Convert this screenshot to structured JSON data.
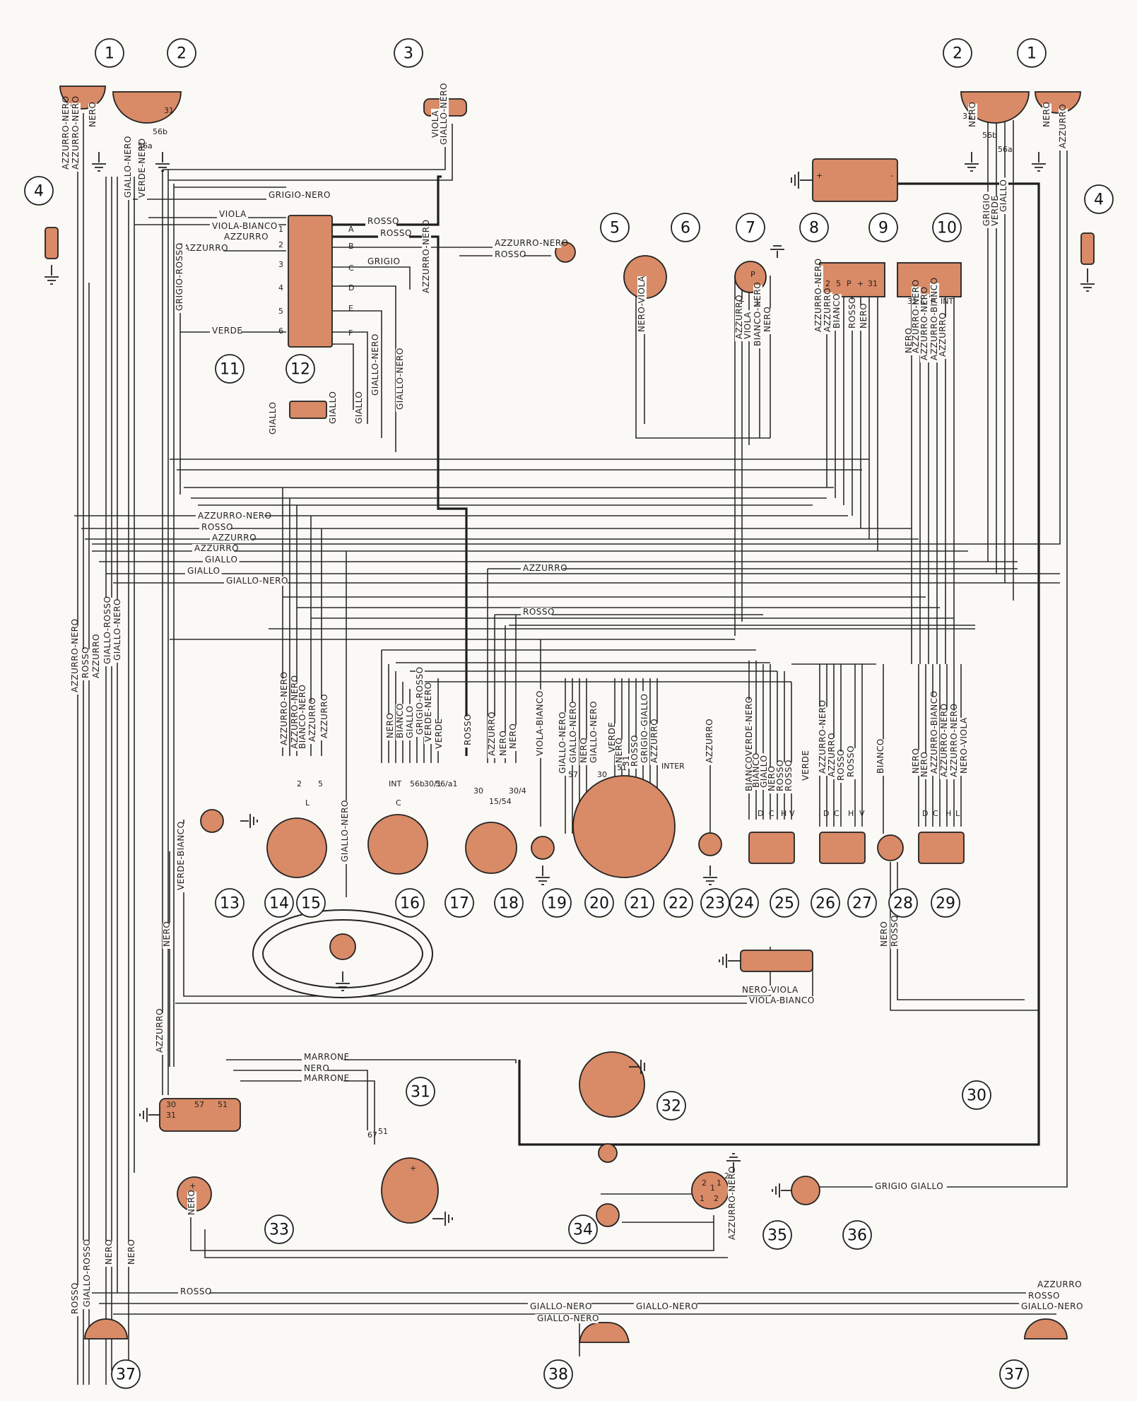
{
  "colors": {
    "component": "#d98a66",
    "wire": "#2a2a2a",
    "background": "#fbf9f5"
  },
  "callouts": [
    "1",
    "2",
    "3",
    "2",
    "1",
    "4",
    "4",
    "5",
    "6",
    "7",
    "8",
    "9",
    "10",
    "11",
    "12",
    "13",
    "14",
    "15",
    "16",
    "17",
    "18",
    "19",
    "20",
    "21",
    "22",
    "23",
    "24",
    "25",
    "26",
    "27",
    "28",
    "29",
    "30",
    "31",
    "32",
    "33",
    "34",
    "35",
    "36",
    "37",
    "37",
    "38"
  ],
  "wires_h": [
    "GRIGIO-NERO",
    "VIOLA",
    "VIOLA-BIANCO",
    "AZZURRO",
    "AZZURRO",
    "VERDE",
    "ROSSO",
    "ROSSO",
    "GRIGIO",
    "AZZURRO-NERO",
    "ROSSO",
    "AZZURRO-NERO",
    "ROSSO",
    "AZZURRO",
    "AZZURRO",
    "GIALLO",
    "GIALLO",
    "GIALLO-NERO",
    "AZZURRO",
    "ROSSO",
    "NERO-VIOLA",
    "VIOLA-BIANCO",
    "MARRONE",
    "NERO",
    "MARRONE",
    "GRIGIO GIALLO",
    "AZZURRO",
    "ROSSO",
    "GIALLO-NERO",
    "ROSSO",
    "GIALLO-NERO",
    "GIALLO-NERO",
    "GIALLO-NERO"
  ],
  "wires_v": [
    "AZZURRO-NERO",
    "AZZURRO-NERO",
    "NERO",
    "GIALLO-NERO",
    "VERDE-NERO",
    "VIOLA",
    "GIALLO-NERO",
    "NERO",
    "NERO",
    "AZZURRO",
    "GRIGIO",
    "VERDE",
    "GIALLO",
    "GRIGIO-ROSSO",
    "AZZURRO-NERO",
    "GIALLO",
    "GIALLO-NERO",
    "GIALLO-NERO",
    "GIALLO",
    "GIALLO",
    "GRIGIO-ROSSO",
    "NERO-VIOLA",
    "AZZURRO",
    "VIOLA",
    "BIANCO-NERO",
    "NERO",
    "AZZURRO-NERO",
    "AZZURRO",
    "BIANCO",
    "ROSSO",
    "NERO",
    "NERO",
    "AZZURRO-NERO",
    "AZZURRO-NERO",
    "AZZURRO-BIANCO",
    "AZZURRO",
    "AZZURRO-NERO",
    "ROSSO",
    "AZZURRO",
    "GIALLO-ROSSO",
    "GIALLO-NERO",
    "AZZURRO-NERO",
    "AZZURRO-NERO",
    "BIANCO-NERO",
    "AZZURRO",
    "AZZURRO",
    "GIALLO-NERO",
    "NERO",
    "BIANCO",
    "GIALLO",
    "GRIGIO-ROSSO",
    "VERDE-NERO",
    "VERDE",
    "ROSSO",
    "AZZURRO",
    "NERO",
    "NERO",
    "VIOLA-BIANCO",
    "GIALLO-NERO",
    "GIALLO-NERO",
    "NERO",
    "GIALLO-NERO",
    "VERDE",
    "NERO",
    "31",
    "ROSSO",
    "GRIGIO-GIALLO",
    "AZZURRO",
    "AZZURRO",
    "VERDE-NERO",
    "BIANCO",
    "BIANCO",
    "GIALLO",
    "NERO",
    "ROSSO",
    "ROSSO",
    "VERDE",
    "AZZURRO-NERO",
    "AZZURRO",
    "ROSSO",
    "ROSSO",
    "BIANCO",
    "NERO",
    "NERO",
    "AZZURRO-BIANCO",
    "AZZURRO-NERO",
    "AZZURRO-NERO",
    "NERO-VIOLA",
    "VERDE-BIANCO",
    "NERO",
    "NERO",
    "ROSSO",
    "AZZURRO",
    "NERO",
    "AZZURRO-NERO",
    "ROSSO",
    "GIALLO-ROSSO",
    "NERO",
    "NERO"
  ],
  "pins": [
    "56a",
    "56b",
    "31",
    "31",
    "56b",
    "56a",
    "1",
    "2",
    "3",
    "4",
    "5",
    "6",
    "A",
    "B",
    "C",
    "D",
    "E",
    "F",
    "2",
    "5",
    "P",
    "+",
    "31",
    "31",
    "C",
    "F",
    "INT",
    "2",
    "L",
    "5",
    "INT",
    "C",
    "56b",
    "30/1",
    "56/a1",
    "30",
    "15/54",
    "30/4",
    "57",
    "30",
    "51",
    "INTER",
    "D",
    "C",
    "H",
    "V",
    "D",
    "C",
    "H",
    "V",
    "D",
    "C",
    "H",
    "L",
    "30",
    "57",
    "51",
    "31",
    "67",
    "51",
    "+",
    "+",
    "-",
    "2",
    "1",
    "1",
    "2",
    "2",
    "1",
    "P",
    "L",
    "+",
    "+",
    "-"
  ]
}
